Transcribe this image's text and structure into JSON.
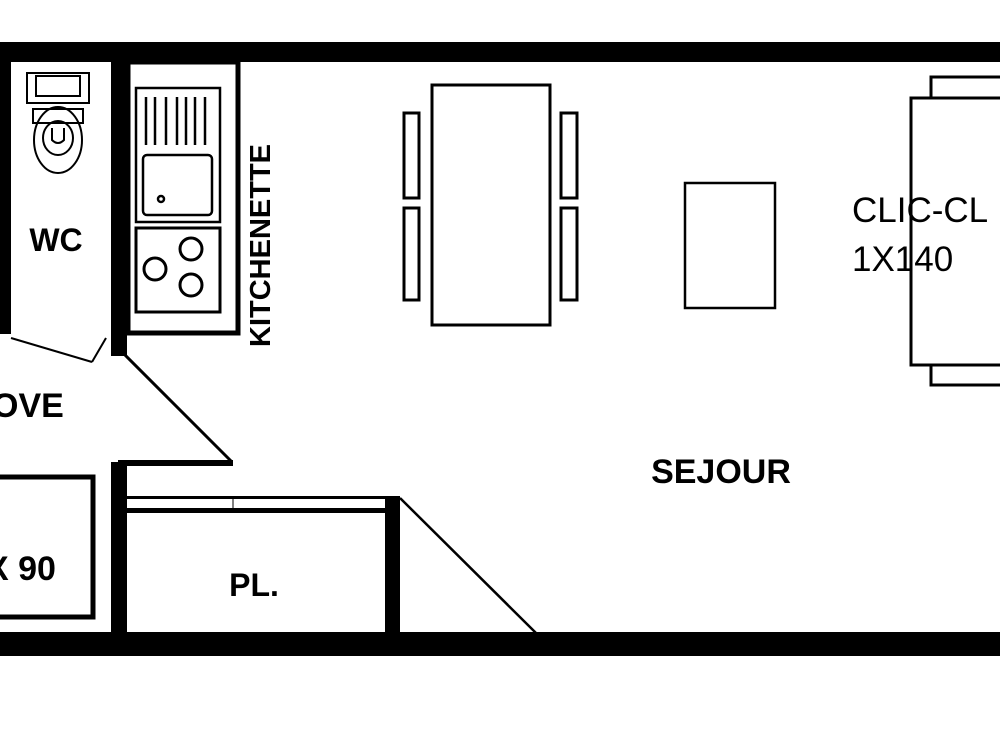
{
  "plan": {
    "rooms": {
      "wc": "WC",
      "kitchenette": "KITCHENETTE",
      "alcove": "OVE",
      "bed_alcove": "X 90",
      "closet": "PL.",
      "living": "SEJOUR",
      "sofa_bed_line1": "CLIC-CL",
      "sofa_bed_line2": "1X140"
    },
    "colors": {
      "wall": "#000000",
      "background": "#ffffff"
    }
  }
}
